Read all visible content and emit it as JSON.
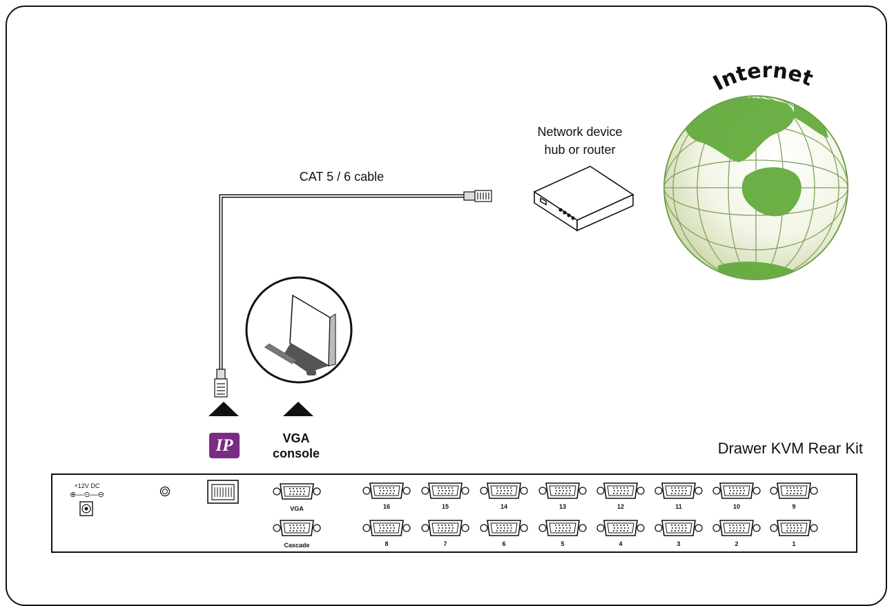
{
  "internet_label": "Internet",
  "network_device_label_line1": "Network device",
  "network_device_label_line2": "hub or router",
  "cable_label": "CAT 5 / 6 cable",
  "ip_label": "IP",
  "vga_console_line1": "VGA",
  "vga_console_line2": "console",
  "kit_title": "Drawer KVM Rear Kit",
  "rear_panel": {
    "power_label": "+12V DC",
    "power_symbol": "⊕—⊙—⊖",
    "vga_port_label": "VGA",
    "cascade_port_label": "Cascade",
    "top_row_ports": [
      "16",
      "15",
      "14",
      "13",
      "12",
      "11",
      "10",
      "9"
    ],
    "bottom_row_ports": [
      "8",
      "7",
      "6",
      "5",
      "4",
      "3",
      "2",
      "1"
    ]
  },
  "colors": {
    "ip_badge": "#7a2b82",
    "globe_green": "#5aa832",
    "globe_ocean": "#f1f4e6"
  }
}
